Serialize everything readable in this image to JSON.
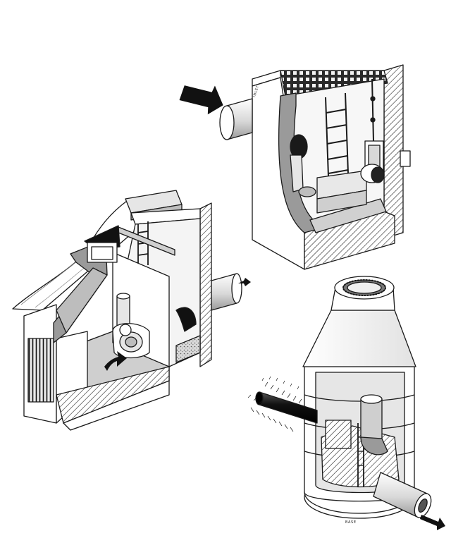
{
  "illustration": {
    "panels": [
      {
        "id": "vortex-separator-chamber"
      },
      {
        "id": "rectangular-inspection-chamber"
      },
      {
        "id": "circular-precast-manhole"
      }
    ],
    "colors": {
      "ink": "#1a1a1a",
      "light_fill": "#e6e6e6",
      "mid_fill": "#bdbdbd",
      "dark_fill": "#7a7a7a",
      "black": "#111111",
      "paper": "#ffffff"
    },
    "flow_arrows": [
      "inflow-arrow-top",
      "outflow-arrow-left-panel",
      "inflow-arrow-left-panel",
      "outflow-arrow-bottom"
    ]
  }
}
